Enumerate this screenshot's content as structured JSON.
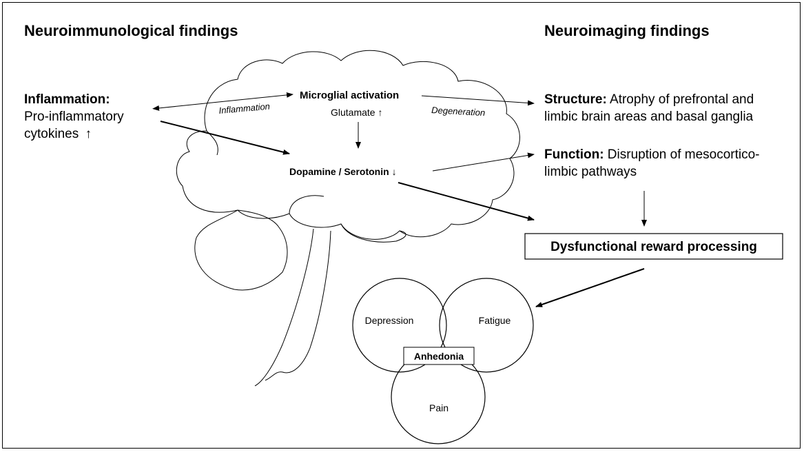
{
  "headings": {
    "left": "Neuroimmunological findings",
    "right": "Neuroimaging findings"
  },
  "inflammation": {
    "label": "Inflammation:",
    "line1": "Pro-inflammatory",
    "line2": "cytokines",
    "arrow": "↑"
  },
  "brain": {
    "microglial": "Microglial activation",
    "glutamate": "Glutamate",
    "glutamate_arrow": "↑",
    "dopamine": "Dopamine / Serotonin",
    "dopamine_arrow": "↓",
    "edge_inflammation": "Inflammation",
    "edge_degeneration": "Degeneration"
  },
  "imaging": {
    "structure_label": "Structure:",
    "structure_line1": " Atrophy of prefrontal and",
    "structure_line2": "limbic brain areas and basal ganglia",
    "function_label": "Function:",
    "function_line1": " Disruption of mesocortico-",
    "function_line2": "limbic pathways"
  },
  "reward_box": "Dysfunctional reward processing",
  "venn": {
    "depression": "Depression",
    "fatigue": "Fatigue",
    "pain": "Pain",
    "center": "Anhedonia"
  }
}
